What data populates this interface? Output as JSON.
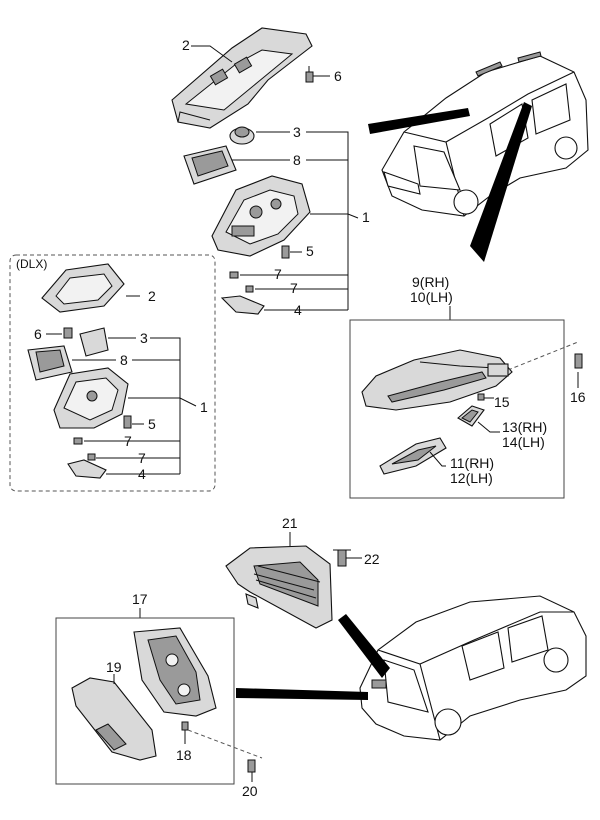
{
  "labels": {
    "p1": "1",
    "p2": "2",
    "p3": "3",
    "p4": "4",
    "p5": "5",
    "p6": "6",
    "p7": "7",
    "p8": "8",
    "p9": "9(RH)",
    "p10": "10(LH)",
    "p11": "11(RH)",
    "p12": "12(LH)",
    "p13": "13(RH)",
    "p14": "14(LH)",
    "p15": "15",
    "p16": "16",
    "p17": "17",
    "p18": "18",
    "p19": "19",
    "p20": "20",
    "p21": "21",
    "p22": "22",
    "dlx": "(DLX)"
  },
  "icons": [
    "overhead-console",
    "map-lamp",
    "bulb",
    "screw",
    "clip",
    "bracket",
    "minivan-front",
    "minivan-rear",
    "high-mount-stop-lamp",
    "license-lamp"
  ]
}
